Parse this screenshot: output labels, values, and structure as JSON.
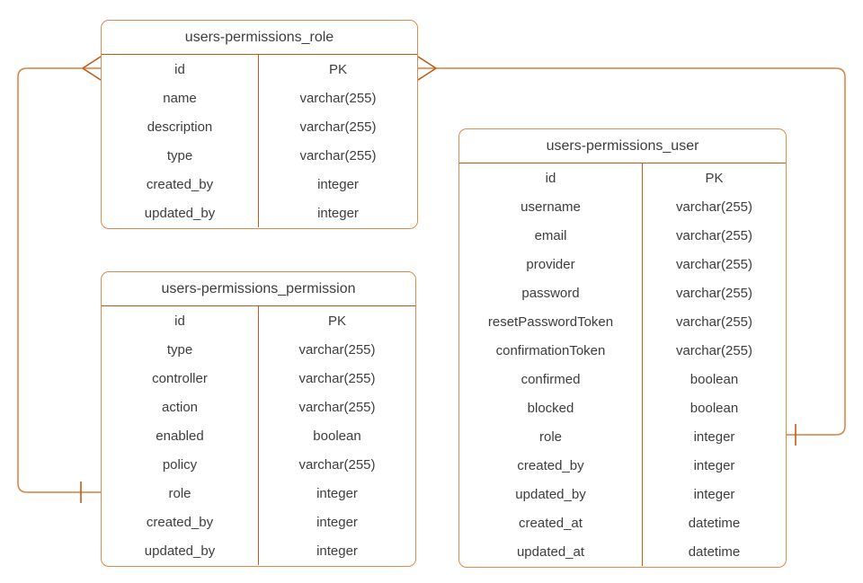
{
  "colors": {
    "table_border": "#E08A4C",
    "divider": "#BF5B16",
    "connector": "#DB7F3C",
    "marker": "#BF5B16",
    "text": "#3D3D3D",
    "background": "#FFFFFF"
  },
  "tables": [
    {
      "id": "role",
      "title": "users-permissions_role",
      "fields": [
        {
          "name": "id",
          "type": "PK"
        },
        {
          "name": "name",
          "type": "varchar(255)"
        },
        {
          "name": "description",
          "type": "varchar(255)"
        },
        {
          "name": "type",
          "type": "varchar(255)"
        },
        {
          "name": "created_by",
          "type": "integer"
        },
        {
          "name": "updated_by",
          "type": "integer"
        }
      ]
    },
    {
      "id": "permission",
      "title": "users-permissions_permission",
      "fields": [
        {
          "name": "id",
          "type": "PK"
        },
        {
          "name": "type",
          "type": "varchar(255)"
        },
        {
          "name": "controller",
          "type": "varchar(255)"
        },
        {
          "name": "action",
          "type": "varchar(255)"
        },
        {
          "name": "enabled",
          "type": "boolean"
        },
        {
          "name": "policy",
          "type": "varchar(255)"
        },
        {
          "name": "role",
          "type": "integer"
        },
        {
          "name": "created_by",
          "type": "integer"
        },
        {
          "name": "updated_by",
          "type": "integer"
        }
      ]
    },
    {
      "id": "user",
      "title": "users-permissions_user",
      "fields": [
        {
          "name": "id",
          "type": "PK"
        },
        {
          "name": "username",
          "type": "varchar(255)"
        },
        {
          "name": "email",
          "type": "varchar(255)"
        },
        {
          "name": "provider",
          "type": "varchar(255)"
        },
        {
          "name": "password",
          "type": "varchar(255)"
        },
        {
          "name": "resetPasswordToken",
          "type": "varchar(255)"
        },
        {
          "name": "confirmationToken",
          "type": "varchar(255)"
        },
        {
          "name": "confirmed",
          "type": "boolean"
        },
        {
          "name": "blocked",
          "type": "boolean"
        },
        {
          "name": "role",
          "type": "integer"
        },
        {
          "name": "created_by",
          "type": "integer"
        },
        {
          "name": "updated_by",
          "type": "integer"
        },
        {
          "name": "created_at",
          "type": "datetime"
        },
        {
          "name": "updated_at",
          "type": "datetime"
        }
      ]
    }
  ],
  "relationships": [
    {
      "from_table": "users-permissions_role",
      "from_field": "id",
      "from_marker": "crows-foot",
      "from_cardinality": "many",
      "to_table": "users-permissions_permission",
      "to_field": "role",
      "to_marker": "tick",
      "to_cardinality": "one"
    },
    {
      "from_table": "users-permissions_role",
      "from_field": "id",
      "from_marker": "crows-foot",
      "from_cardinality": "many",
      "to_table": "users-permissions_user",
      "to_field": "role",
      "to_marker": "tick",
      "to_cardinality": "one"
    }
  ]
}
